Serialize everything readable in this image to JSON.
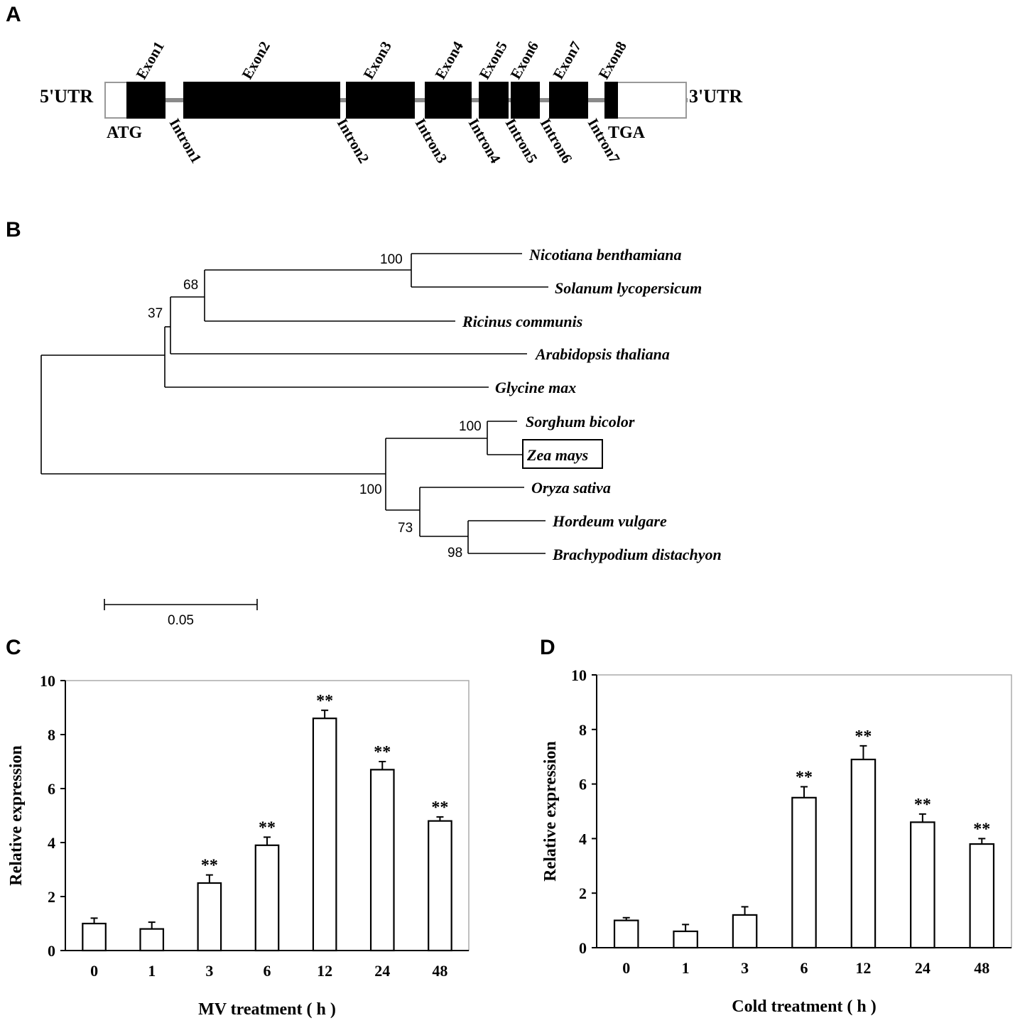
{
  "panels": {
    "A": "A",
    "B": "B",
    "C": "C",
    "D": "D"
  },
  "gene": {
    "utr5": "5'UTR",
    "utr3": "3'UTR",
    "start_codon": "ATG",
    "stop_codon": "TGA",
    "exons": [
      "Exon1",
      "Exon2",
      "Exon3",
      "Exon4",
      "Exon5",
      "Exon6",
      "Exon7",
      "Exon8"
    ],
    "introns": [
      "Intron1",
      "Intron2",
      "Intron3",
      "Intron4",
      "Intron5",
      "Intron6",
      "Intron7"
    ]
  },
  "tree": {
    "taxa": [
      "Nicotiana benthamiana",
      "Solanum lycopersicum",
      "Ricinus communis",
      "Arabidopsis thaliana",
      "Glycine max",
      "Sorghum bicolor",
      "Zea mays",
      "Oryza sativa",
      "Hordeum vulgare",
      "Brachypodium distachyon"
    ],
    "highlighted_taxon": "Zea mays",
    "bootstrap": {
      "nicotiana_solanum": "100",
      "solanaceae_ricinus": "68",
      "dicot_inner": "37",
      "sorghum_zea": "100",
      "monocots": "100",
      "pooideae_oryza": "73",
      "hordeum_brachypodium": "98"
    },
    "scale_bar_label": "0.05"
  },
  "chart_data": [
    {
      "panel": "C",
      "type": "bar",
      "categories": [
        "0",
        "1",
        "3",
        "6",
        "12",
        "24",
        "48"
      ],
      "values": [
        1.0,
        0.8,
        2.5,
        3.9,
        8.6,
        6.7,
        4.8
      ],
      "errors": [
        0.2,
        0.25,
        0.3,
        0.3,
        0.3,
        0.3,
        0.15
      ],
      "significance": [
        "",
        "",
        "**",
        "**",
        "**",
        "**",
        "**"
      ],
      "xlabel": "MV treatment ( h )",
      "ylabel": "Relative expression",
      "ylim": [
        0,
        10
      ],
      "yticks": [
        "0",
        "2",
        "4",
        "6",
        "8",
        "10"
      ],
      "grid": false
    },
    {
      "panel": "D",
      "type": "bar",
      "categories": [
        "0",
        "1",
        "3",
        "6",
        "12",
        "24",
        "48"
      ],
      "values": [
        1.0,
        0.6,
        1.2,
        5.5,
        6.9,
        4.6,
        3.8
      ],
      "errors": [
        0.1,
        0.25,
        0.3,
        0.4,
        0.5,
        0.3,
        0.2
      ],
      "significance": [
        "",
        "",
        "",
        "**",
        "**",
        "**",
        "**"
      ],
      "xlabel": "Cold treatment ( h )",
      "ylabel": "Relative expression",
      "ylim": [
        0,
        10
      ],
      "yticks": [
        "0",
        "2",
        "4",
        "6",
        "8",
        "10"
      ],
      "grid": false
    }
  ]
}
